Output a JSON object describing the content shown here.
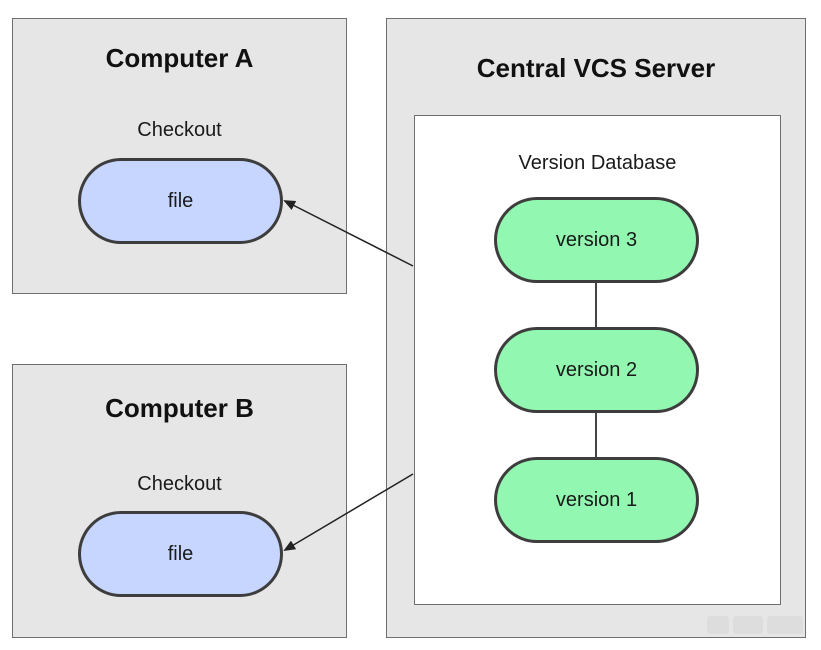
{
  "computer_a": {
    "title": "Computer A",
    "checkout_label": "Checkout",
    "file_label": "file"
  },
  "computer_b": {
    "title": "Computer B",
    "checkout_label": "Checkout",
    "file_label": "file"
  },
  "server": {
    "title": "Central VCS Server",
    "database_label": "Version Database",
    "versions": [
      "version 3",
      "version 2",
      "version 1"
    ]
  },
  "colors": {
    "panel_fill": "#e6e6e6",
    "file_fill": "#c6d6ff",
    "version_fill": "#91f7b1",
    "outline": "#3d3d3d"
  }
}
